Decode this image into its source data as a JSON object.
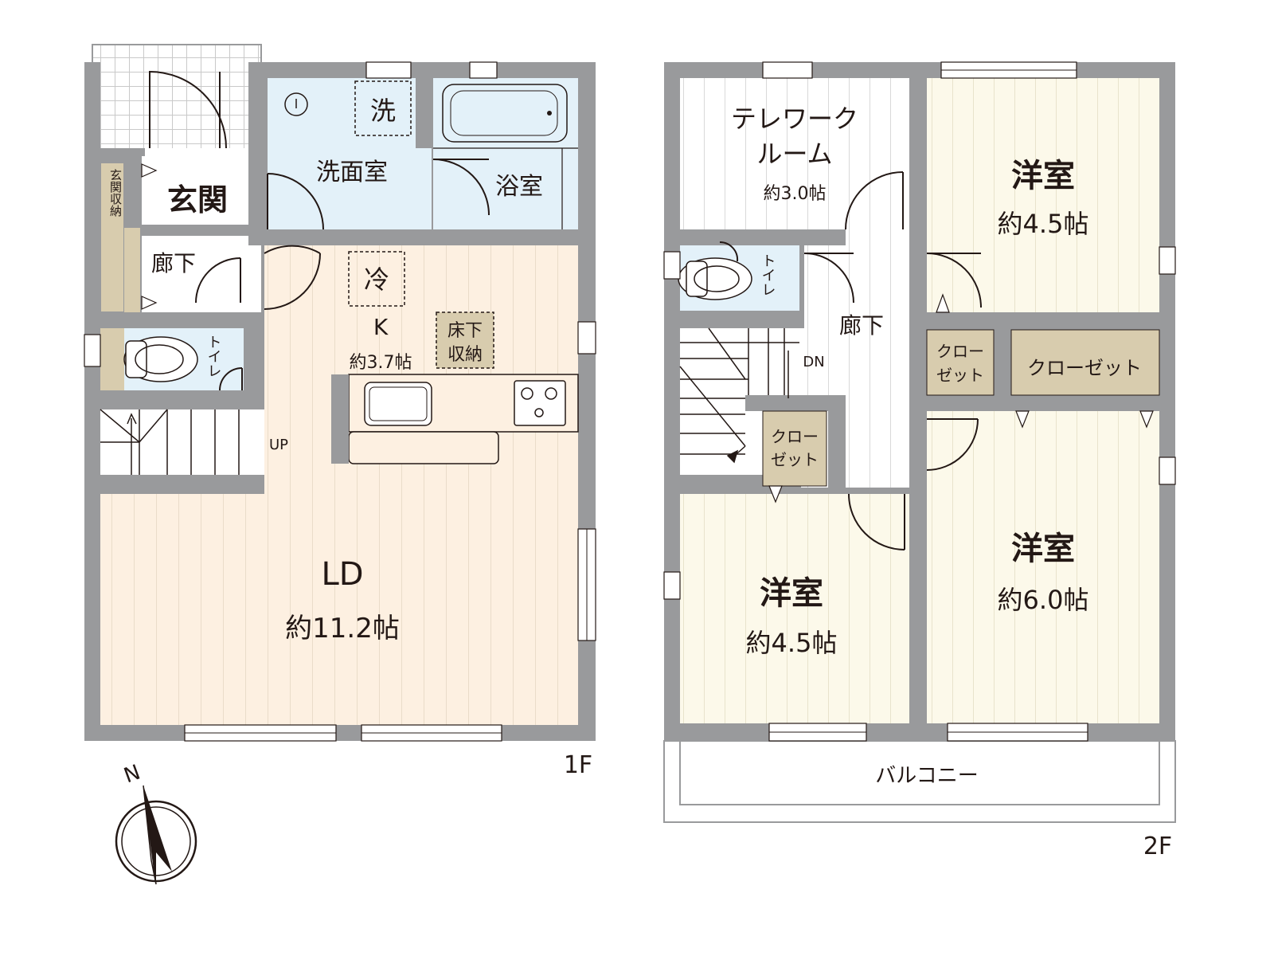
{
  "colors": {
    "wall": "#999a9c",
    "wood": "#fdf0e1",
    "wood_stripe": "#eadcc9",
    "cream": "#fcf9ea",
    "cream_stripe": "#e8e3cc",
    "white_room": "#ffffff",
    "white_stripe": "#d9d9d9",
    "water": "#e3f1f9",
    "storage": "#d8ccae",
    "line": "#231815"
  },
  "floor1": {
    "label": "1F",
    "rooms": {
      "genkan": "玄関",
      "genkan_storage": "玄関収納",
      "hallway": "廊下",
      "toilet": "トイレ",
      "washroom": "洗面室",
      "washer": "洗",
      "bathroom": "浴室",
      "fridge": "冷",
      "kitchen": "K",
      "kitchen_size": "約3.7帖",
      "underfloor_storage": "床下収納",
      "underfloor_storage_line1": "床下",
      "underfloor_storage_line2": "収納",
      "ld": "LD",
      "ld_size": "約11.2帖",
      "stairs_up": "UP"
    }
  },
  "floor2": {
    "label": "2F",
    "rooms": {
      "telework_line1": "テレワーク",
      "telework_line2": "ルーム",
      "telework_size": "約3.0帖",
      "western_ne": "洋室",
      "western_ne_size": "約4.5帖",
      "toilet": "トイレ",
      "hallway": "廊下",
      "stairs_down": "DN",
      "closet_small_line1": "クロー",
      "closet_small_line2": "ゼット",
      "closet_large": "クローゼット",
      "closet_stair_line1": "クロー",
      "closet_stair_line2": "ゼット",
      "western_sw": "洋室",
      "western_sw_size": "約4.5帖",
      "western_se": "洋室",
      "western_se_size": "約6.0帖",
      "balcony": "バルコニー"
    }
  },
  "compass": {
    "north": "N"
  }
}
